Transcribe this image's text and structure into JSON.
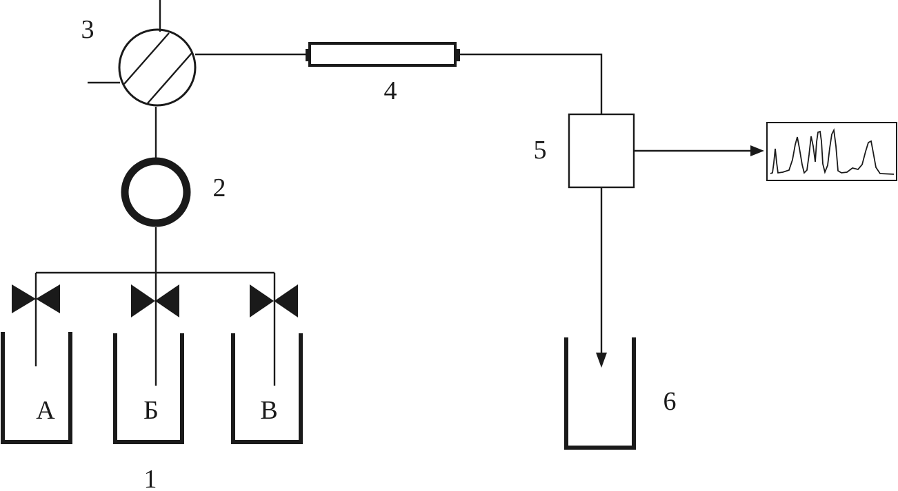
{
  "labels": {
    "reservoirs": "1",
    "pump": "2",
    "injector": "3",
    "column": "4",
    "detector": "5",
    "waste": "6"
  },
  "solvents": [
    "А",
    "Б",
    "В"
  ],
  "colors": {
    "stroke": "#1a1a1a",
    "background": "#ffffff"
  }
}
